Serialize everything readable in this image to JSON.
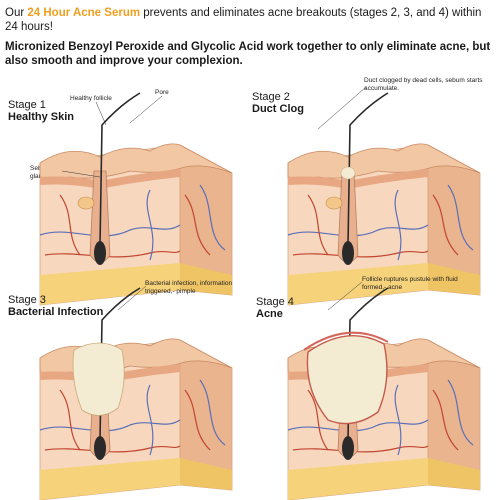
{
  "intro": {
    "line1_prefix": "Our ",
    "line1_highlight": "24 Hour Acne Serum",
    "line1_suffix": " prevents and eliminates acne breakouts (stages 2, 3, and 4) within 24 hours!",
    "line2": "Micronized Benzoyl Peroxide and Glycolic Acid work together to only eliminate acne, but also smooth and improve your complexion."
  },
  "stages": [
    {
      "number": "Stage 1",
      "name": "Healthy Skin",
      "callouts": [
        "Healthy follicle",
        "Pore",
        "Sebaceous gland"
      ]
    },
    {
      "number": "Stage 2",
      "name": "Duct Clog",
      "callouts": [
        "Duct clogged by dead cells, sebum starts accumulate."
      ]
    },
    {
      "number": "Stage 3",
      "name": "Bacterial Infection",
      "callouts": [
        "Bacterial infection, information triggered,- pimple"
      ]
    },
    {
      "number": "Stage 4",
      "name": "Acne",
      "callouts": [
        "Follicle ruptures pustule with fluid formed,- acne"
      ]
    }
  ],
  "colors": {
    "highlight": "#f0a020",
    "skin_top": "#f2c7a4",
    "skin_side": "#e9b48e",
    "dermis": "#f7d8bf",
    "fat": "#f6d27a",
    "vein_blue": "#5b6fb8",
    "vein_red": "#c2452f",
    "hair": "#2a2a2a",
    "pus": "#f4ecd2"
  }
}
